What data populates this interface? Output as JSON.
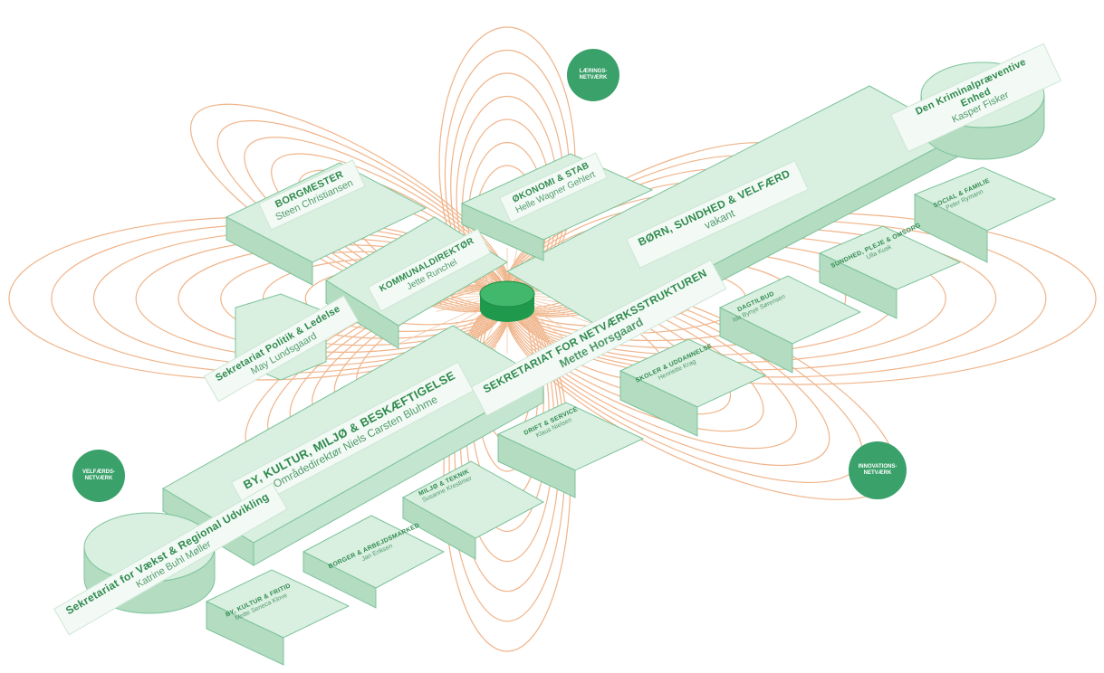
{
  "colors": {
    "accent": "#3aa16a",
    "box_fill": "#d9efe0",
    "box_side": "#b3dcc1",
    "box_stroke": "#7cc39b",
    "loops": "#f0b48a"
  },
  "units": {
    "borgmester": {
      "title": "BORGMESTER",
      "person": "Steen Christiansen"
    },
    "okonomi": {
      "title": "ØKONOMI & STAB",
      "person": "Helle Wagner Gehlert"
    },
    "kommunaldirektor": {
      "title": "KOMMUNALDIREKTØR",
      "person": "Jette Runchel"
    },
    "born": {
      "title": "BØRN, SUNDHED & VELFÆRD",
      "person": "vakant"
    },
    "kriminal": {
      "title": "Den Kriminalpræventive Enhed",
      "person": "Kasper Fisker"
    },
    "social": {
      "title": "SOCIAL & FAMILIE",
      "person": "Peter Rymann"
    },
    "sundhed": {
      "title": "SUNDHED, PLEJE & OMSORG",
      "person": "Ulla Kusk"
    },
    "dagtilbud": {
      "title": "DAGTILBUD",
      "person": "Ida Bynye Sørensen"
    },
    "skoler": {
      "title": "SKOLER & UDDANNELSE",
      "person": "Henriette Krag"
    },
    "sekretariat_netvaerk": {
      "title": "SEKRETARIAT FOR NETVÆRKSSTRUKTUREN",
      "person": "Mette Horsgaard"
    },
    "politik": {
      "title": "Sekretariat Politik & Ledelse",
      "person": "May Lundsgaard"
    },
    "by_kultur": {
      "title": "BY, KULTUR, MILJØ & BESKÆFTIGELSE",
      "person": "Områdedirektør Niels Carsten Bluhme"
    },
    "drift": {
      "title": "DRIFT & SERVICE",
      "person": "Klaus Nielsen"
    },
    "miljo": {
      "title": "MILJØ & TEKNIK",
      "person": "Susanne Krestimer"
    },
    "borger": {
      "title": "BORGER & ARBEJDSMARKED",
      "person": "Jan Eriksen"
    },
    "fritid": {
      "title": "BY, KULTUR & FRITID",
      "person": "Mette Seneca Klove"
    },
    "vaekst": {
      "title": "Sekretariat for Vækst & Regional Udvikling",
      "person": "Katrine Buhl Møller"
    }
  },
  "networks": {
    "laerings": {
      "label": "LÆRINGS-\nNETVÆRK"
    },
    "velfaerds": {
      "label": "VELFÆRDS-\nNETVÆRK"
    },
    "innovation": {
      "label": "INNOVATIONS-\nNETVÆRK"
    }
  }
}
